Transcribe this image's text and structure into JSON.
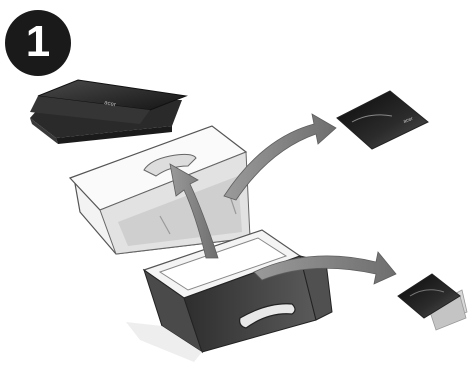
{
  "step": {
    "number": "1"
  },
  "logos": {
    "laptop_lid_logo": "acer",
    "manual_logo": "acer"
  },
  "icons": [
    "laptop-icon",
    "box-icon",
    "manual-booklet-icon",
    "recovery-disc-pack-icon",
    "arrow-icon"
  ],
  "colors": {
    "badge": "#1a1a1a",
    "laptop": "#2b2b2b",
    "box_dark": "#3a3a3a",
    "arrow": "#8a8a8a"
  }
}
